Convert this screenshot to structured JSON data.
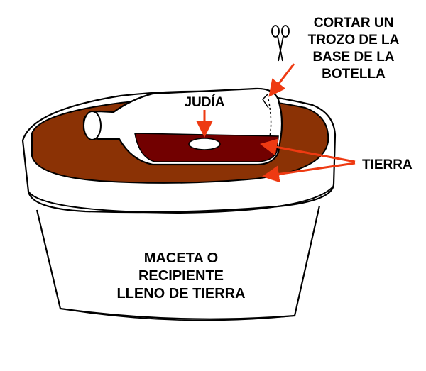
{
  "labels": {
    "cut": [
      "CORTAR UN",
      "TROZO DE LA",
      "BASE DE LA",
      "BOTELLA"
    ],
    "bean": "JUDÍA",
    "soil": "TIERRA",
    "pot": [
      "MACETA O",
      "RECIPIENTE",
      "LLENO DE TIERRA"
    ]
  },
  "colors": {
    "soil": "#8b3205",
    "bottle_soil": "#720000",
    "arrow": "#ee3a12",
    "outline": "#000000",
    "background": "#ffffff"
  },
  "icons": {
    "scissors": "scissors-icon"
  }
}
